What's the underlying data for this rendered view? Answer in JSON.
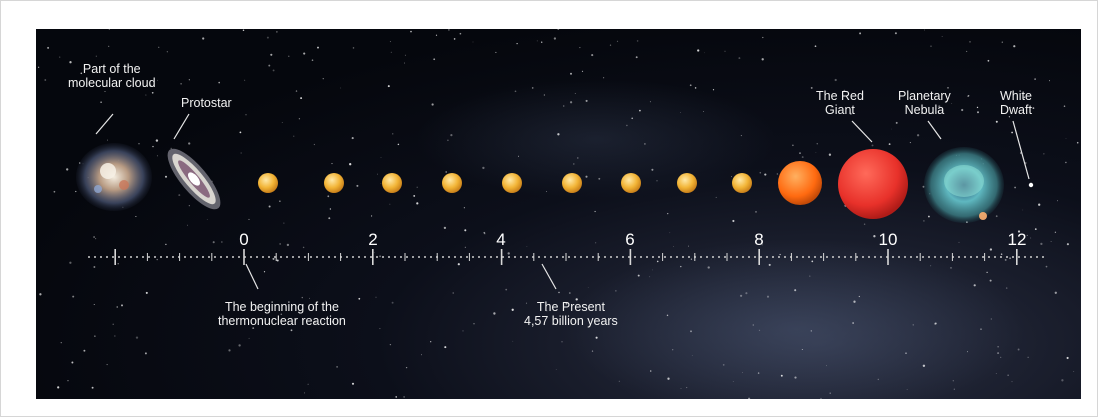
{
  "stages": [
    {
      "label": "Part of the\nmolecular cloud",
      "kind": "cloud"
    },
    {
      "label": "Protostar",
      "kind": "protostar"
    },
    {
      "label": "",
      "kind": "sun"
    },
    {
      "label": "The Red\nGiant",
      "kind": "redgiant"
    },
    {
      "label": "Planetary\nNebula",
      "kind": "nebula"
    },
    {
      "label": "White\nDwaft",
      "kind": "whitedwarf"
    }
  ],
  "axis": {
    "ticks": [
      "0",
      "2",
      "4",
      "6",
      "8",
      "10",
      "12"
    ]
  },
  "annotations": {
    "beginning": "The beginning of the\nthermonuclear reaction",
    "present": "The Present\n4,57 billion years"
  },
  "colors": {
    "sun": "#f2b436",
    "orange_star": "#ff7a1a",
    "red_giant": "#e8312a",
    "nebula": "#6fd0c6"
  }
}
